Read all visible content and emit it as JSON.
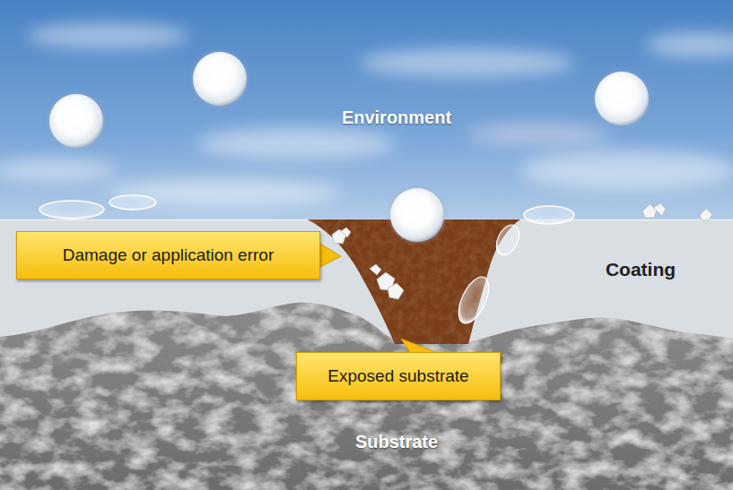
{
  "diagram": {
    "nodes": [
      {
        "text": [
          "Damage or application error"
        ]
      },
      {
        "text": [
          "Exposed substrate"
        ]
      }
    ],
    "labels": [
      "Environment",
      "Coating",
      "Substrate"
    ]
  }
}
